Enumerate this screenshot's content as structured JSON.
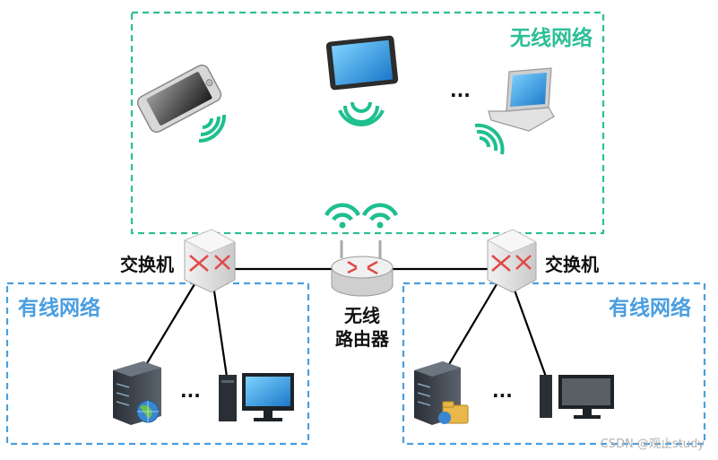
{
  "regions": {
    "wireless": "无线网络",
    "wired_left": "有线网络",
    "wired_right": "有线网络"
  },
  "devices": {
    "switch_left": "交换机",
    "switch_right": "交换机",
    "router_line1": "无线",
    "router_line2": "路由器"
  },
  "ellipsis": {
    "wireless": "...",
    "wired_left": "...",
    "wired_right": "..."
  },
  "watermark": "CSDN @观止study",
  "colors": {
    "wireless_accent": "#2dbf96",
    "wired_accent": "#4a9ee0",
    "link_line": "#000000"
  }
}
